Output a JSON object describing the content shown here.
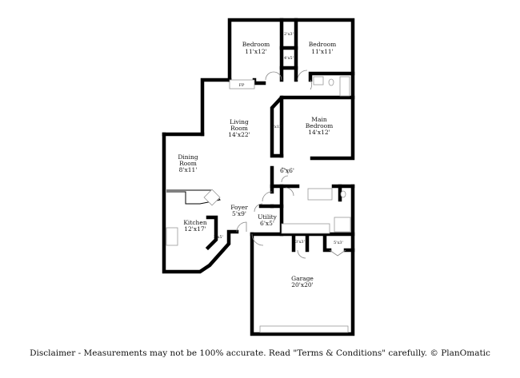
{
  "rooms": {
    "bedroom1": {
      "name": "Bedroom",
      "size": "11'x12'"
    },
    "bedroom2": {
      "name": "Bedroom",
      "size": "11'x11'"
    },
    "living": {
      "name1": "Living",
      "name2": "Room",
      "size": "14'x22'"
    },
    "main_bedroom": {
      "name1": "Main",
      "name2": "Bedroom",
      "size": "14'x12'"
    },
    "dining": {
      "name1": "Dining",
      "name2": "Room",
      "size": "8'x11'"
    },
    "kitchen": {
      "name": "Kitchen",
      "size": "12'x17'"
    },
    "foyer": {
      "name": "Foyer",
      "size": "5'x9'"
    },
    "utility": {
      "name": "Utility",
      "size": "6'x5'"
    },
    "garage": {
      "name": "Garage",
      "size": "20'x20'"
    },
    "hall": {
      "size": "6'x6'"
    }
  },
  "closets": {
    "c1": "2'x3'",
    "c2": "4'x5'",
    "main_closet": "2'x12'",
    "pantry": "2'x5'",
    "garage_c1": "3'x3'",
    "garage_c2": "5'x3'"
  },
  "fireplace": "FP",
  "disclaimer": "Disclaimer - Measurements may not be 100% accurate. Read \"Terms & Conditions\" carefully. © PlanOmatic"
}
